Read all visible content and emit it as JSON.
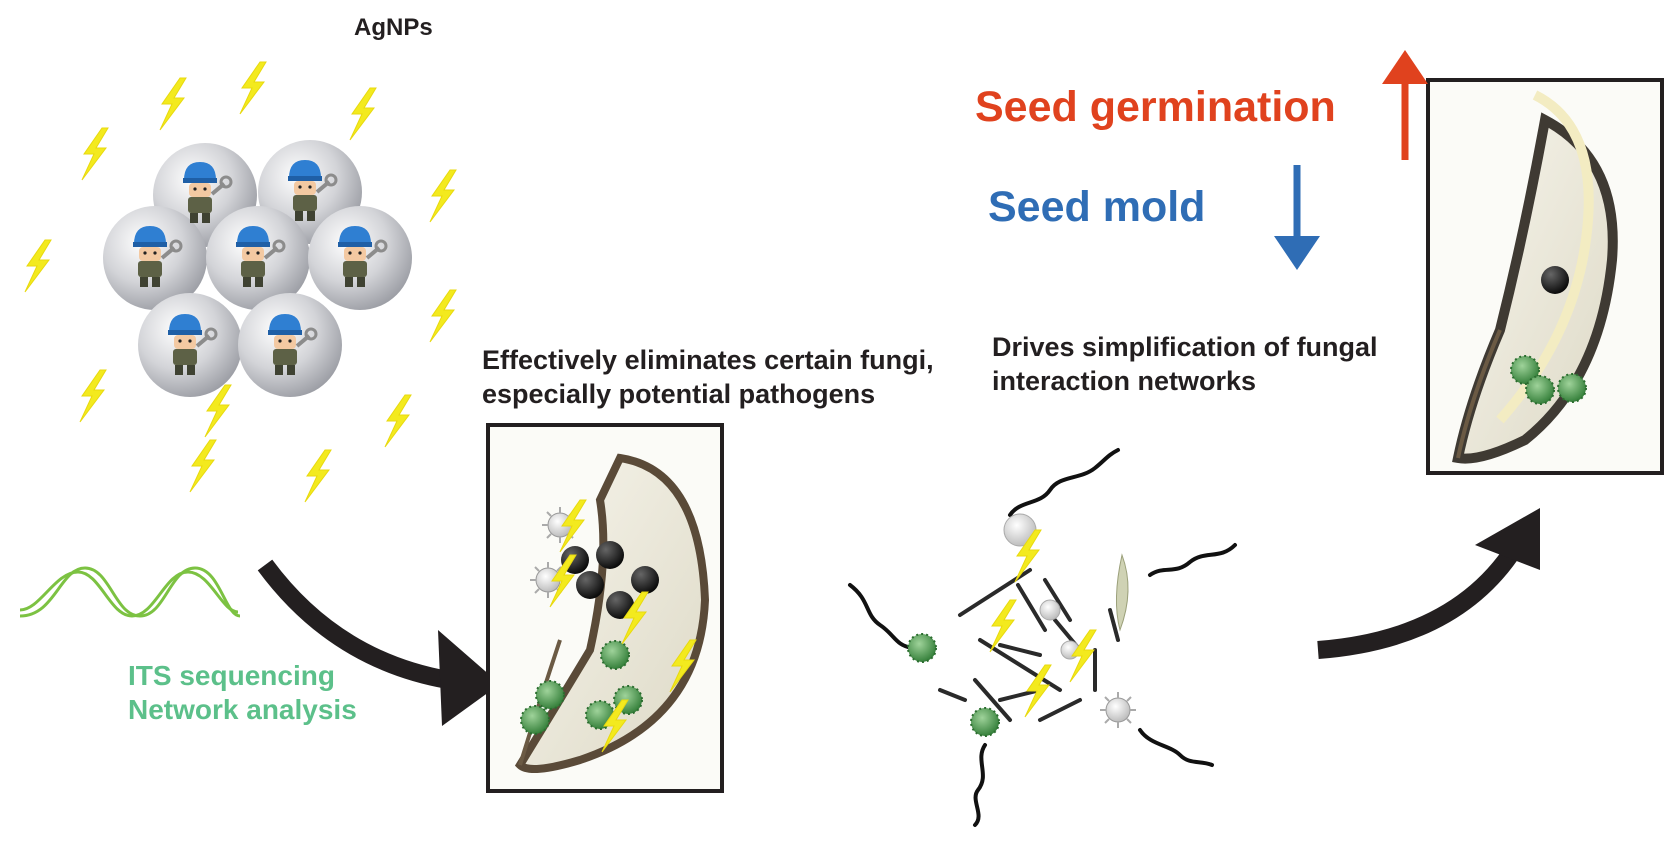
{
  "labels": {
    "agnps": "AgNPs",
    "seed_germination": "Seed germination",
    "seed_mold": "Seed mold",
    "drives": [
      "Drives simplification of fungal",
      "interaction networks"
    ],
    "eliminates": [
      "Effectively eliminates certain fungi,",
      "especially potential pathogens"
    ],
    "its": [
      "ITS sequencing",
      "Network analysis"
    ]
  },
  "colors": {
    "germination": "#e0421e",
    "mold": "#2f6db5",
    "its": "#5cc08a",
    "dark_text": "#231f20",
    "lightning": "#f3ea1e",
    "fungus": "#3f8f3f",
    "frame": "#231f20",
    "curved_arrow": "#231f20"
  },
  "icons": {
    "nanoparticle_cluster": "silver-nanoparticle-soldier-icon",
    "lightning": "lightning-bolt-icon",
    "sequencing_wave": "dna-wave-icon",
    "seed": "seed-cross-section-icon",
    "network": "fungal-network-icon",
    "arrow_up": "arrow-up-icon",
    "arrow_down": "arrow-down-icon"
  }
}
